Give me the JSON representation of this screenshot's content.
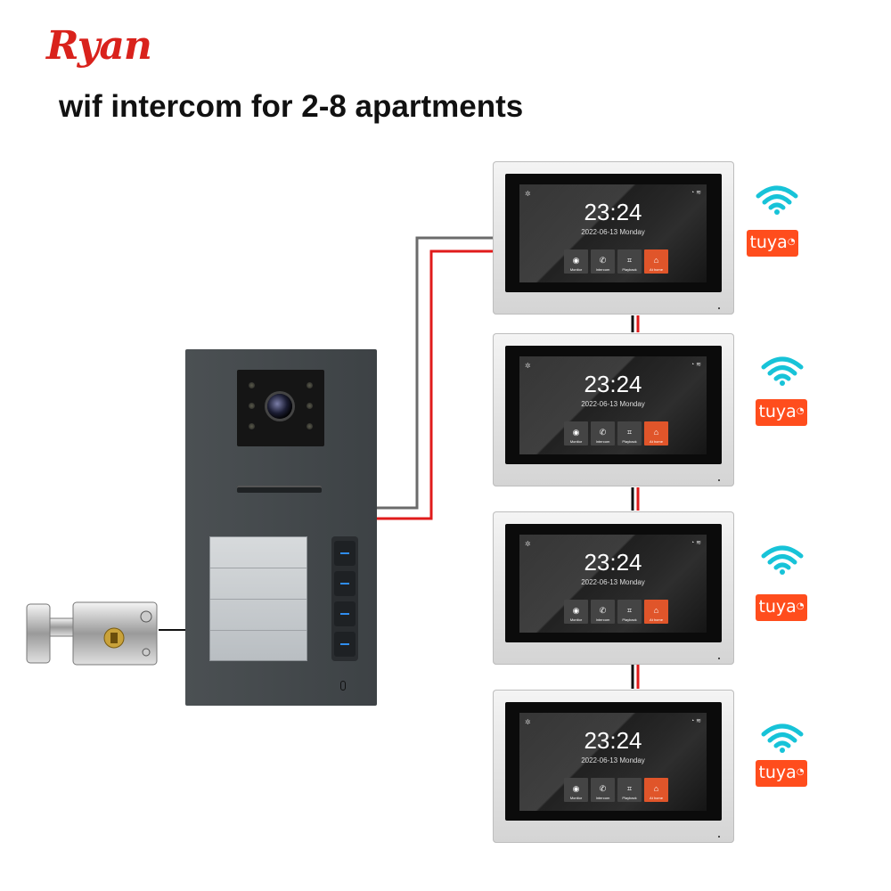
{
  "brand": {
    "logo": "Ryan"
  },
  "headline": "wif intercom for 2-8 apartments",
  "monitor": {
    "time": "23:24",
    "date": "2022-06-13 Monday",
    "buttons": [
      "Monitor",
      "Intercom",
      "Playback",
      "At home"
    ]
  },
  "badges": {
    "tuya": "tuya"
  },
  "colors": {
    "brand_red": "#d9221c",
    "tuya_orange": "#ff4d1d",
    "wifi_cyan": "#17c3d8",
    "home_orange": "#e0552a",
    "led_blue": "#2f8df0"
  },
  "icons": [
    "wifi-icon",
    "gear-icon",
    "eye-icon",
    "phone-icon",
    "playback-icon",
    "home-icon"
  ]
}
